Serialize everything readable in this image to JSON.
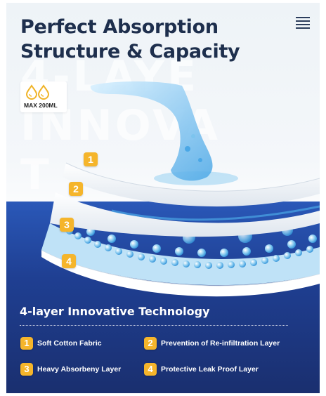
{
  "header": {
    "title_line1": "Perfect Absorption",
    "title_line2": "Structure &  Capacity"
  },
  "background_words": [
    "4-LAYE",
    "INNOVA",
    "T"
  ],
  "capacity_badge": {
    "label": "MAX 200ML",
    "icon": "water-drops-icon"
  },
  "layer_markers": [
    "1",
    "2",
    "3",
    "4"
  ],
  "section": {
    "title": "4-layer Innovative Technology"
  },
  "legend": [
    {
      "number": "1",
      "label": "Soft Cotton Fabric"
    },
    {
      "number": "2",
      "label": "Prevention of Re-infiltration Layer"
    },
    {
      "number": "3",
      "label": "Heavy Absorbeny Layer"
    },
    {
      "number": "4",
      "label": "Protective Leak Proof Layer"
    }
  ],
  "colors": {
    "title": "#1e2f4d",
    "panel_blue": "#1f3f92",
    "marker_yellow": "#f5b52b",
    "water": "#7cc4ee"
  }
}
